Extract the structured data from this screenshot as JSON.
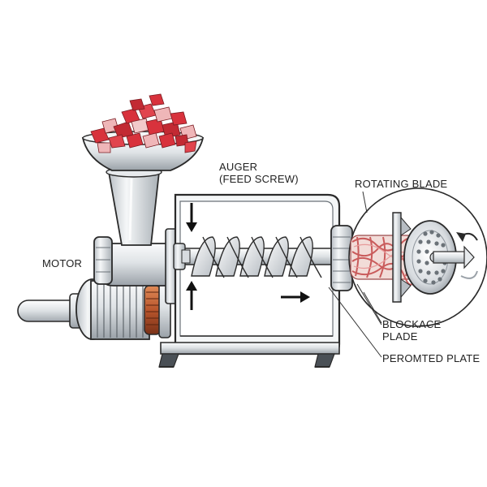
{
  "labels": {
    "motor": "MOTOR",
    "auger_line1": "AUGER",
    "auger_line2": "(FEED SCREW)",
    "rotating_blade": "ROTATING BLADE",
    "blockage_line1": "BLOCKACE",
    "blockage_line2": "PLADE",
    "perforated_plate": "PEROMTED PLATE"
  },
  "colors": {
    "meat_red": "#d8323c",
    "meat_pink": "#efb6b8",
    "metal_light": "#eef1f3",
    "metal_mid": "#c9ced3",
    "metal_dark": "#8e959c",
    "copper": "#b8552c",
    "outline": "#2a2a2a",
    "pipe_light": "#f2dcd8"
  },
  "icons": [
    "down-arrow-icon",
    "up-arrow-icon",
    "right-arrow-icon",
    "rotation-arrow-icon"
  ]
}
